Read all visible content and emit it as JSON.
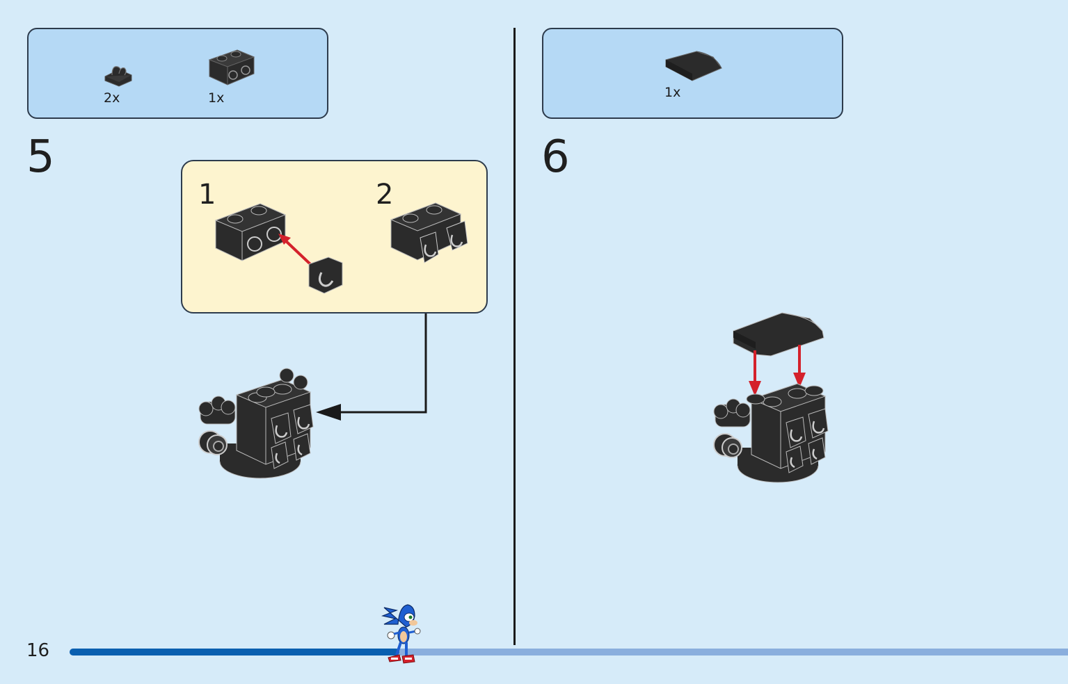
{
  "page": {
    "number": "16",
    "progress_fraction": 0.33
  },
  "steps": [
    {
      "number": "5",
      "parts": [
        {
          "qty": "2x",
          "icon": "clip-plate-icon"
        },
        {
          "qty": "1x",
          "icon": "brick-1x2-with-side-studs-icon"
        }
      ],
      "sub_steps": [
        "1",
        "2"
      ]
    },
    {
      "number": "6",
      "parts": [
        {
          "qty": "1x",
          "icon": "curved-slope-tile-icon"
        }
      ]
    }
  ],
  "colors": {
    "background": "#d6ebf9",
    "parts_box": "#b5d9f5",
    "sub_assembly_box": "#fdf4cf",
    "brick": "#2b2b2b",
    "arrow_red": "#d4212b",
    "progress_done": "#0a5fb0",
    "progress_remaining": "#8aaedd"
  }
}
